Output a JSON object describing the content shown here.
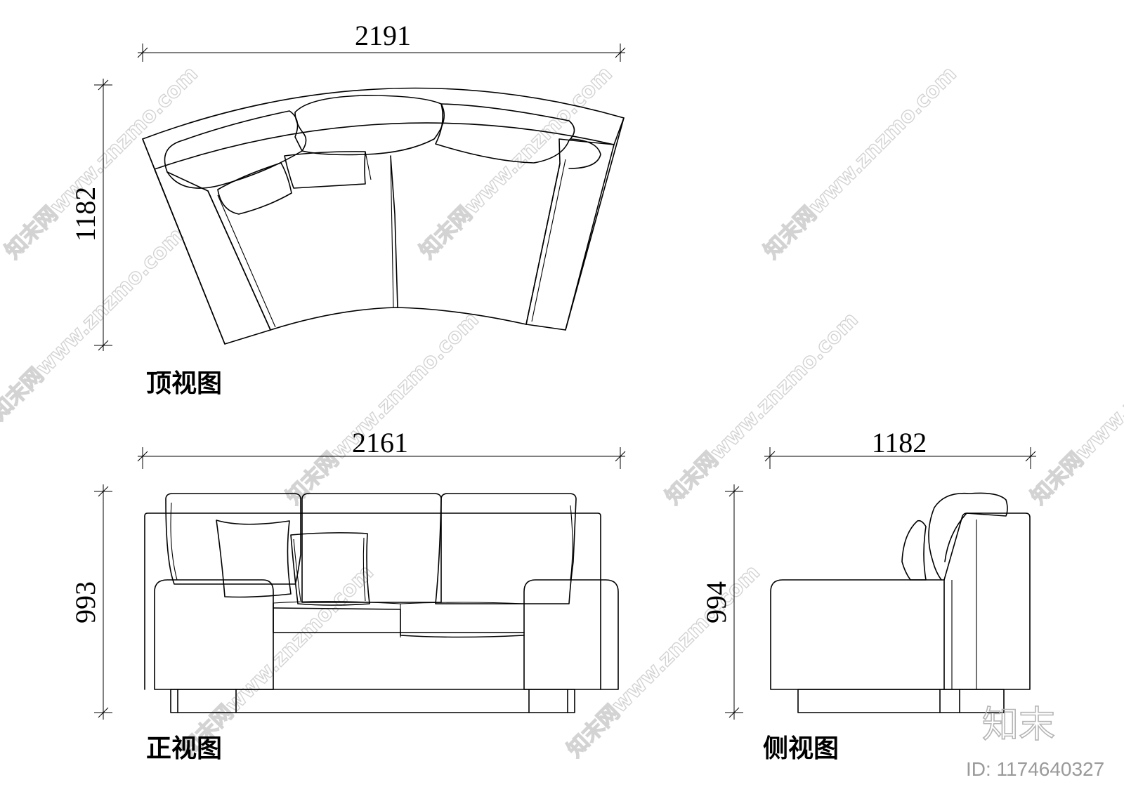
{
  "top_view": {
    "width_dim": "2191",
    "depth_dim": "1182",
    "label": "顶视图"
  },
  "front_view": {
    "width_dim": "2161",
    "height_dim": "993",
    "label": "正视图"
  },
  "side_view": {
    "width_dim": "1182",
    "height_dim": "994",
    "label": "侧视图"
  },
  "watermark": {
    "text": "知末网www.znzmo.com",
    "logo": "知末",
    "id": "ID: 1174640327"
  }
}
